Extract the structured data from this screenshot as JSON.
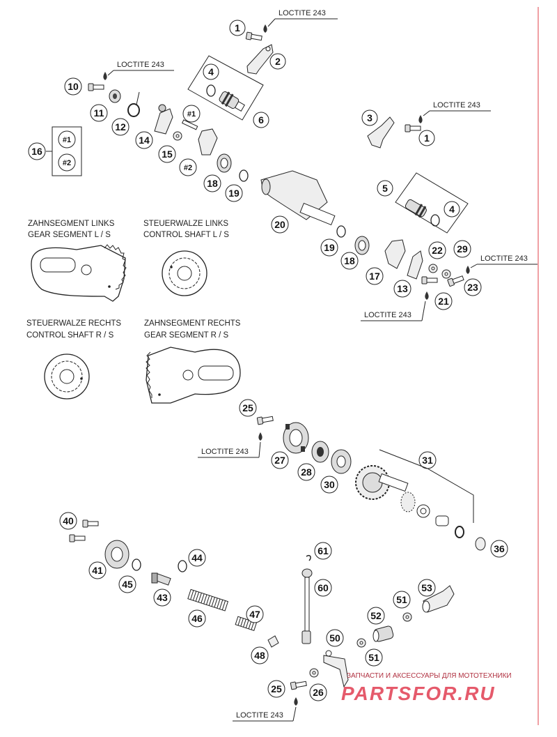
{
  "callouts": {
    "c1a": "1",
    "c1b": "1",
    "c2": "2",
    "c3": "3",
    "c4a": "4",
    "c4b": "4",
    "c5": "5",
    "c6": "6",
    "c10": "10",
    "c11": "11",
    "c12": "12",
    "c13": "13",
    "c14": "14",
    "c15": "15",
    "c16": "16",
    "c17": "17",
    "c18a": "18",
    "c18b": "18",
    "c19a": "19",
    "c19b": "19",
    "c20": "20",
    "c21": "21",
    "c22": "22",
    "c23": "23",
    "c25a": "25",
    "c25b": "25",
    "c26": "26",
    "c27": "27",
    "c28": "28",
    "c29": "29",
    "c30": "30",
    "c31": "31",
    "c36": "36",
    "c40": "40",
    "c41": "41",
    "c43": "43",
    "c44": "44",
    "c45": "45",
    "c46": "46",
    "c47": "47",
    "c48": "48",
    "c50": "50",
    "c51a": "51",
    "c51b": "51",
    "c52": "52",
    "c53": "53",
    "c60": "60",
    "c61": "61",
    "h1a": "#1",
    "h1b": "#1",
    "h2a": "#2",
    "h2b": "#2"
  },
  "labels": {
    "loctite": "LOCTITE 243",
    "gear_seg_l_de": "ZAHNSEGMENT LINKS",
    "gear_seg_l_en": "GEAR SEGMENT L / S",
    "ctrl_l_de": "STEUERWALZE LINKS",
    "ctrl_l_en": "CONTROL SHAFT L / S",
    "ctrl_r_de": "STEUERWALZE RECHTS",
    "ctrl_r_en": "CONTROL SHAFT R / S",
    "gear_seg_r_de": "ZAHNSEGMENT RECHTS",
    "gear_seg_r_en": "GEAR SEGMENT R / S"
  },
  "watermark": {
    "tagline": "ЗАПЧАСТИ И АКСЕССУАРЫ ДЛЯ МОТОТЕХНИКИ",
    "brand": "PARTSFOR.RU"
  },
  "colors": {
    "margin_line": "#e0404a",
    "watermark": "#e55a6b"
  }
}
